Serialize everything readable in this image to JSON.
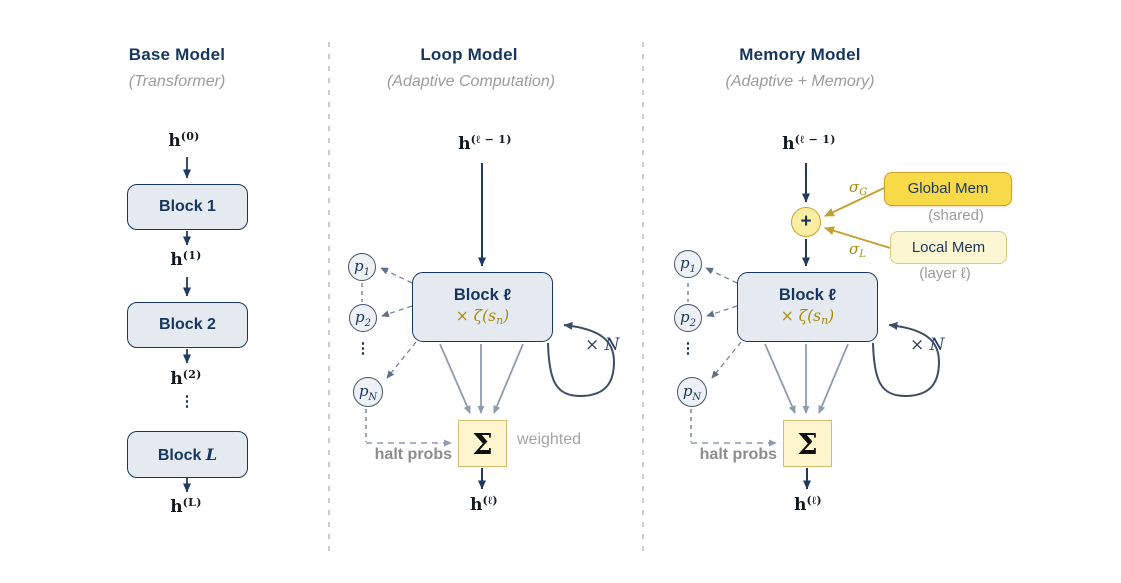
{
  "base": {
    "title": "Base Model",
    "subtitle": "(Transformer)",
    "h0": {
      "base": "h",
      "sup": "(0)"
    },
    "h1": {
      "base": "h",
      "sup": "(1)"
    },
    "h2": {
      "base": "h",
      "sup": "(2)"
    },
    "hL": {
      "base": "h",
      "sup": "(L)"
    },
    "block1": "Block 1",
    "block2": "Block 2",
    "blockL": {
      "label": "Block",
      "var": "L"
    },
    "dots": "⋮"
  },
  "loop": {
    "title": "Loop Model",
    "subtitle": "(Adaptive Computation)",
    "input": {
      "base": "h",
      "sup": "(ℓ − 1)"
    },
    "output": {
      "base": "h",
      "sup": "(ℓ)"
    },
    "block": {
      "label": "Block",
      "var": "ℓ"
    },
    "scale": {
      "pre": "× ζ(s",
      "sub": "n",
      "post": ")"
    },
    "p1": {
      "base": "p",
      "sub": "1"
    },
    "p2": {
      "base": "p",
      "sub": "2"
    },
    "pN": {
      "base": "p",
      "sub": "N"
    },
    "dots": "⋮",
    "repeat": "× N",
    "sum": "Σ",
    "halt": "halt probs",
    "weighted": "weighted"
  },
  "memory": {
    "title": "Memory Model",
    "subtitle": "(Adaptive + Memory)",
    "input": {
      "base": "h",
      "sup": "(ℓ − 1)"
    },
    "output": {
      "base": "h",
      "sup": "(ℓ)"
    },
    "plus": "+",
    "sigma_g": {
      "base": "σ",
      "sub": "G"
    },
    "sigma_l": {
      "base": "σ",
      "sub": "L"
    },
    "global_mem": {
      "label": "Global Mem",
      "note": "(shared)"
    },
    "local_mem": {
      "label": "Local Mem",
      "note": "(layer ℓ)"
    },
    "block": {
      "label": "Block",
      "var": "ℓ"
    },
    "scale": {
      "pre": "× ζ(s",
      "sub": "n",
      "post": ")"
    },
    "p1": {
      "base": "p",
      "sub": "1"
    },
    "p2": {
      "base": "p",
      "sub": "2"
    },
    "pN": {
      "base": "p",
      "sub": "N"
    },
    "dots": "⋮",
    "repeat": "× N",
    "sum": "Σ",
    "halt": "halt probs"
  },
  "colors": {
    "navy": "#17365f",
    "gold_text": "#a8890b",
    "gold_line": "#c3a02e",
    "block_fill": "#e5eaf1",
    "sum_fill": "#fdf5cd",
    "global_mem_fill": "#f8da48",
    "local_mem_fill": "#fdf6d2",
    "plus_fill": "#fbeda4",
    "gray_text": "#9b9b9b",
    "slate_arrow": "#8e9bb0",
    "divider": "#cbcbcb"
  }
}
